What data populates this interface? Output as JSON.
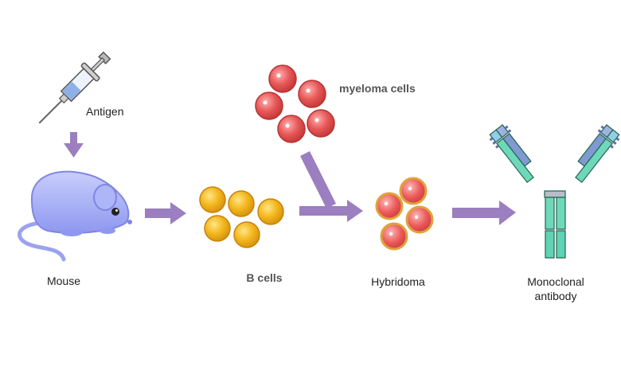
{
  "labels": {
    "antigen": "Antigen",
    "mouse": "Mouse",
    "myeloma_cells": "myeloma cells",
    "b_cells": "B cells",
    "hybridoma": "Hybridoma",
    "monoclonal_line1": "Monoclonal",
    "monoclonal_line2": "antibody"
  },
  "icons": {
    "syringe": "syringe-icon",
    "mouse": "mouse-icon",
    "myeloma": "myeloma-cell-cluster",
    "bcells": "b-cell-cluster",
    "hybridoma": "hybridoma-cell-cluster",
    "antibody": "antibody-icon"
  },
  "colors": {
    "arrow": "#9b7fc0",
    "mouse": "#a9b0f5",
    "b_cell": "#f2b21c",
    "myeloma_cell": "#ea5a5a",
    "antibody_green": "#5fd3b3",
    "antibody_blue": "#7f9ad0"
  }
}
